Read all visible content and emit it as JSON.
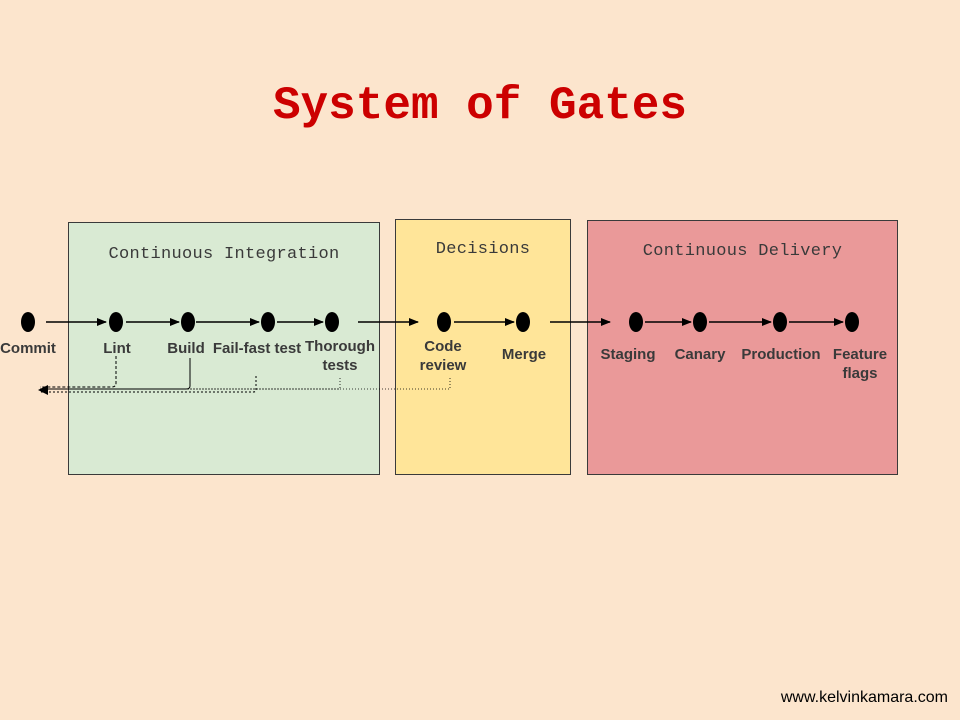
{
  "title": "System of Gates",
  "groups": {
    "ci": "Continuous Integration",
    "decisions": "Decisions",
    "cd": "Continuous Delivery"
  },
  "stages": [
    {
      "label": "Commit"
    },
    {
      "label": "Lint"
    },
    {
      "label": "Build"
    },
    {
      "label": "Fail-fast test"
    },
    {
      "label": "Thorough tests"
    },
    {
      "label": "Code review"
    },
    {
      "label": "Merge"
    },
    {
      "label": "Staging"
    },
    {
      "label": "Canary"
    },
    {
      "label": "Production"
    },
    {
      "label": "Feature flags"
    }
  ],
  "footer": "www.kelvinkamara.com",
  "colors": {
    "background": "#fce5cd",
    "title": "#cc0000",
    "ci_fill": "#d9ead3",
    "decisions_fill": "#ffe599",
    "cd_fill": "#ea9999"
  }
}
